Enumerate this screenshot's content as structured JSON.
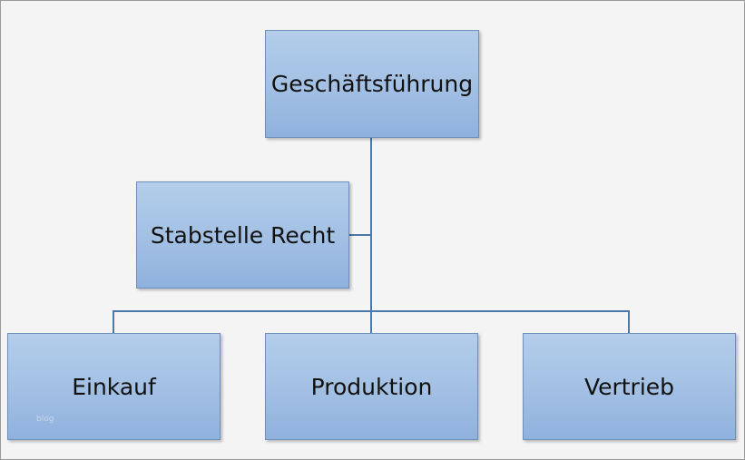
{
  "chart": {
    "root": "Geschäftsführung",
    "staff": "Stabstelle Recht",
    "departments": [
      "Einkauf",
      "Produktion",
      "Vertrieb"
    ]
  },
  "watermark": "blog",
  "colors": {
    "box_fill_top": "#b3cdea",
    "box_fill_bottom": "#8fb1de",
    "box_border": "#6e8fb8",
    "connector": "#4a78a8",
    "background": "#f4f4f4"
  }
}
